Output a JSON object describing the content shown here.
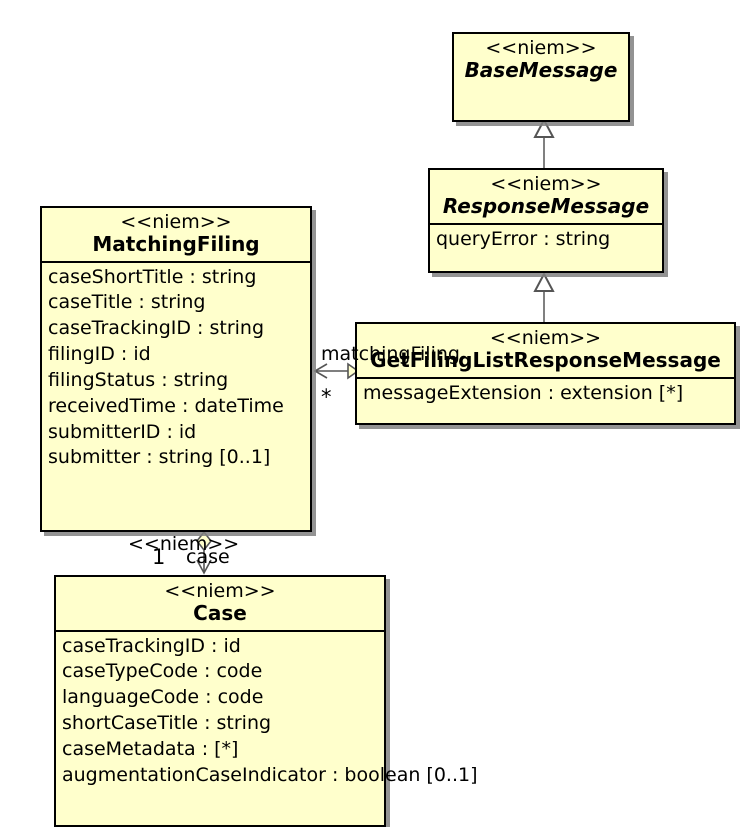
{
  "diagram": {
    "kind": "uml-class-diagram",
    "background": "#ffffff",
    "class_fill": "#FFFFCC",
    "class_border": "#000000",
    "shadow_color": "#808080",
    "stereotype_text": "<<niem>>"
  },
  "classes": {
    "base_message": {
      "stereotype": "<<niem>>",
      "name": "BaseMessage",
      "attributes": []
    },
    "response_message": {
      "stereotype": "<<niem>>",
      "name": "ResponseMessage",
      "attributes": [
        "queryError : string"
      ]
    },
    "get_filing_list_response_message": {
      "stereotype": "<<niem>>",
      "name": "GetFilingListResponseMessage",
      "attributes": [
        "messageExtension : extension [*]"
      ]
    },
    "matching_filing": {
      "stereotype": "<<niem>>",
      "name": "MatchingFiling",
      "attributes": [
        "caseShortTitle : string",
        "caseTitle : string",
        "caseTrackingID : string",
        "filingID : id",
        "filingStatus : string",
        "receivedTime : dateTime",
        "submitterID : id",
        "submitter : string [0..1]"
      ]
    },
    "case": {
      "stereotype": "<<niem>>",
      "name": "Case",
      "attributes": [
        "caseTrackingID : id",
        "caseTypeCode : code",
        "languageCode : code",
        "shortCaseTitle : string",
        "caseMetadata :  [*]",
        "augmentationCaseIndicator : boolean [0..1]"
      ]
    }
  },
  "relationships": {
    "aggregation_matching_filing": {
      "role_label": "matchingFiling",
      "multiplicity": "*"
    },
    "association_case": {
      "role_label": "case",
      "multiplicity": "1"
    },
    "overlap_artifact_stereotype": "<<niem>>"
  }
}
